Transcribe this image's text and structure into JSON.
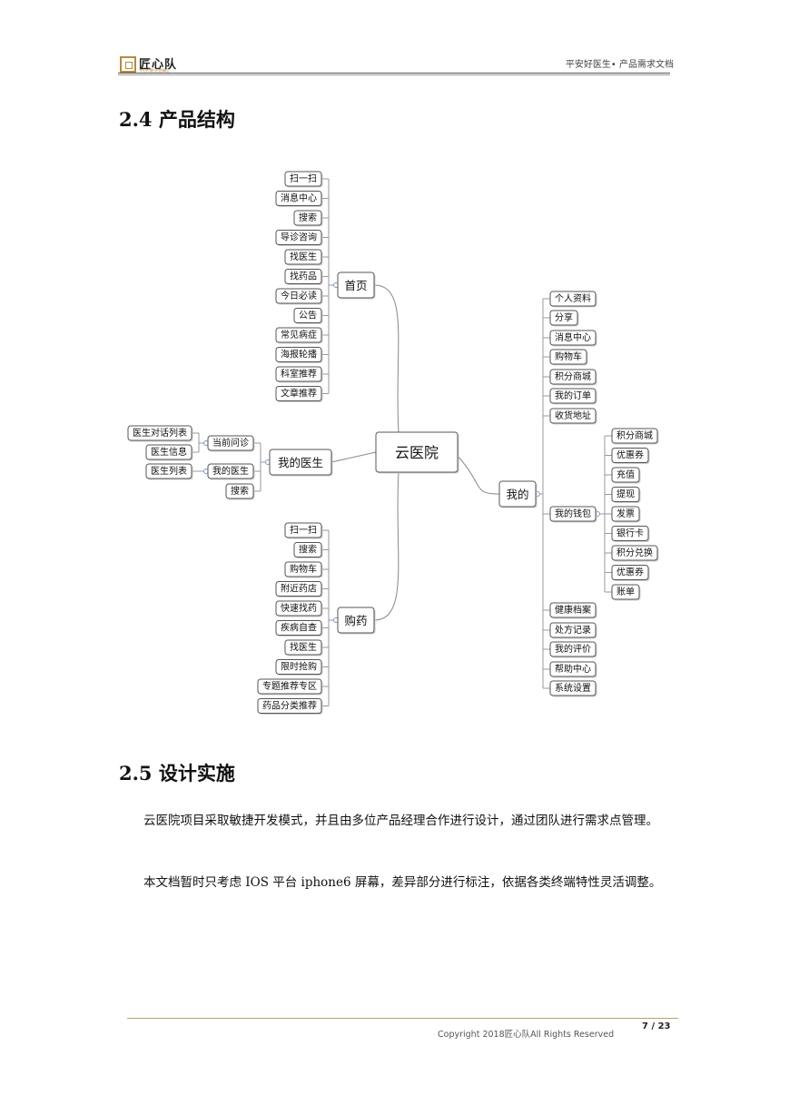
{
  "header": {
    "logo_name": "匠心队",
    "logo_tagline": "专心打磨·匠造精品",
    "doc_title": "平安好医生• 产品需求文档"
  },
  "sections": {
    "s24_title": "2.4 产品结构",
    "s25_title": "2.5 设计实施"
  },
  "paragraphs": [
    "云医院项目采取敏捷开发模式，并且由多位产品经理合作进行设计，通过团队进行需求点管理。",
    "本文档暂时只考虑 IOS 平台 iphone6 屏幕，差异部分进行标注，依据各类终端特性灵活调整。"
  ],
  "mindmap": {
    "root": "云医院",
    "branches": [
      {
        "label": "首页",
        "side": "left",
        "children": [
          "扫一扫",
          "消息中心",
          "搜索",
          "导诊咨询",
          "找医生",
          "找药品",
          "今日必读",
          "公告",
          "常见病症",
          "海报轮播",
          "科室推荐",
          "文章推荐"
        ]
      },
      {
        "label": "我的医生",
        "side": "left",
        "children": [
          {
            "label": "当前问诊",
            "children": [
              "医生对话列表",
              "医生信息"
            ]
          },
          {
            "label": "我的医生",
            "children": [
              "医生列表"
            ]
          },
          {
            "label": "搜索",
            "children": []
          }
        ]
      },
      {
        "label": "购药",
        "side": "left",
        "children": [
          "扫一扫",
          "搜索",
          "购物车",
          "附近药店",
          "快速找药",
          "疾病自查",
          "找医生",
          "限时抢购",
          "专题推荐专区",
          "药品分类推荐"
        ]
      },
      {
        "label": "我的",
        "side": "right",
        "children": [
          {
            "label": "个人资料",
            "children": []
          },
          {
            "label": "分享",
            "children": []
          },
          {
            "label": "消息中心",
            "children": []
          },
          {
            "label": "购物车",
            "children": []
          },
          {
            "label": "积分商城",
            "children": []
          },
          {
            "label": "我的订单",
            "children": []
          },
          {
            "label": "收货地址",
            "children": []
          },
          {
            "label": "我的钱包",
            "children": [
              "积分商城",
              "优惠券",
              "充值",
              "提现",
              "发票",
              "银行卡",
              "积分兑换",
              "优惠券",
              "账单"
            ]
          },
          {
            "label": "健康档案",
            "children": []
          },
          {
            "label": "处方记录",
            "children": []
          },
          {
            "label": "我的评价",
            "children": []
          },
          {
            "label": "帮助中心",
            "children": []
          },
          {
            "label": "系统设置",
            "children": []
          }
        ]
      }
    ]
  },
  "footer": {
    "copyright": "Copyright 2018匠心队All Rights Reserved",
    "page": "7 / 23"
  },
  "colors": {
    "accent": "#b8893d",
    "node_border": "#555555",
    "link": "#888888"
  }
}
